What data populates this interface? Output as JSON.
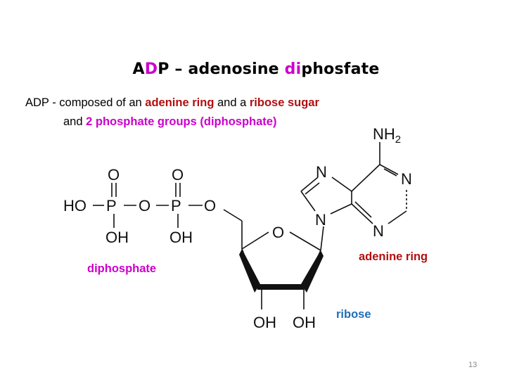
{
  "title": {
    "a1": "A",
    "d": "D",
    "a2": "P – adenosine ",
    "di": "di",
    "rest": "phosfate"
  },
  "line1": {
    "pre": "ADP - composed of an ",
    "adenine": "adenine ring",
    "mid": " and a ",
    "ribose": "ribose sugar"
  },
  "line2": {
    "pre": "and ",
    "phos": "2 phosphate groups (diphosphate)"
  },
  "molecule": {
    "phosphate": {
      "o_top": "O",
      "p": "P",
      "o_mid": "O",
      "oh": "OH",
      "ho": "HO"
    },
    "ribose": {
      "ring_o": "O",
      "oh_left": "OH",
      "oh_right": "OH"
    },
    "adenine": {
      "n": "N",
      "nh": "NH",
      "sub2": "2"
    }
  },
  "labels": {
    "diphosphate": "diphosphate",
    "adenine_ring": "adenine ring",
    "ribose": "ribose"
  },
  "colors": {
    "accent_magenta": "#cc00cc",
    "accent_red": "#b01010",
    "accent_blue": "#1f6fb8"
  },
  "page_number": "13"
}
